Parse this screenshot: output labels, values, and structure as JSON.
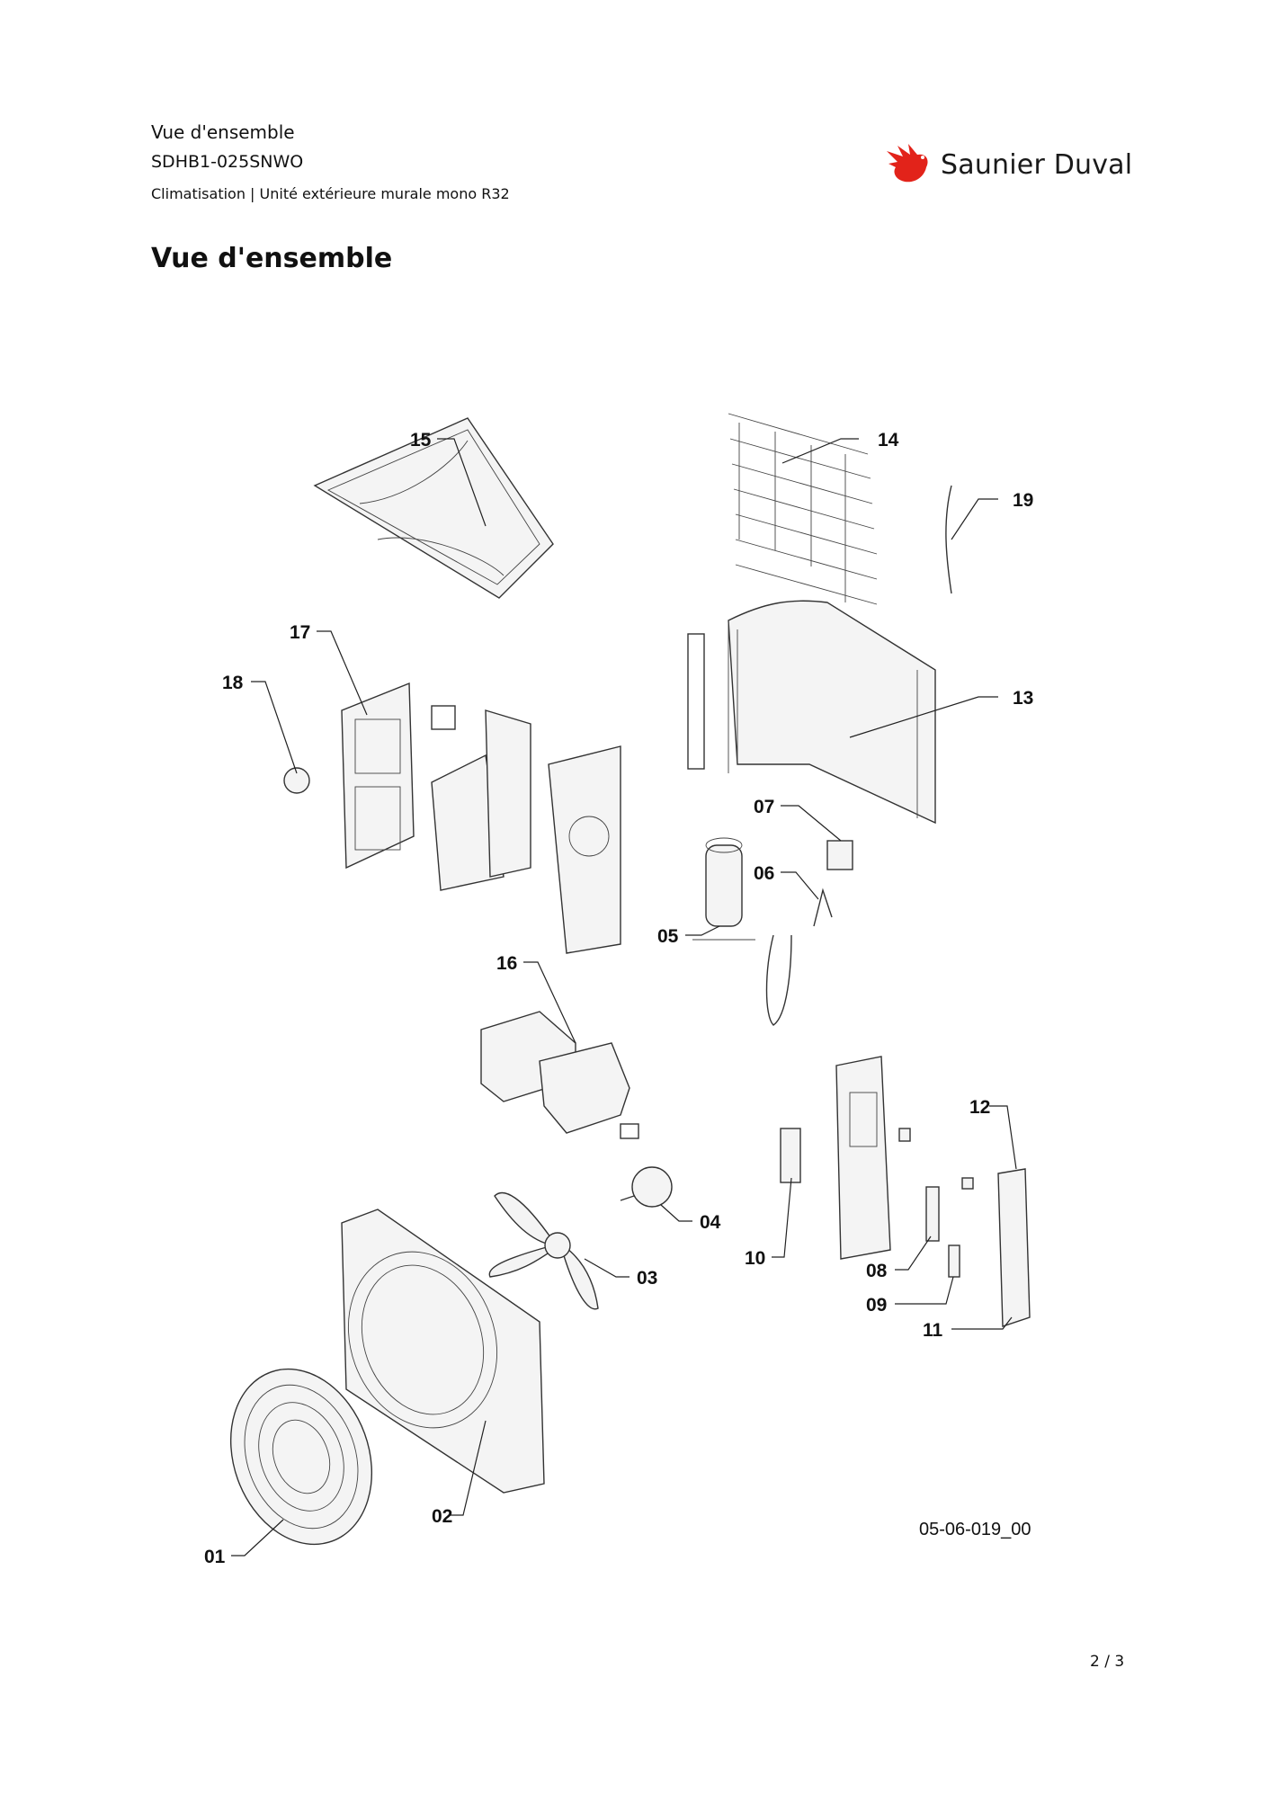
{
  "header": {
    "section": "Vue d'ensemble",
    "model": "SDHB1-025SNWO",
    "product_line": "Climatisation | Unité extérieure murale mono R32"
  },
  "brand": {
    "name": "Saunier Duval",
    "logo_icon": "red-bird-logo-icon",
    "color": "#e2231a"
  },
  "page_title": "Vue d'ensemble",
  "diagram": {
    "reference_code": "05-06-019_00",
    "callouts": [
      "01",
      "02",
      "03",
      "04",
      "05",
      "06",
      "07",
      "08",
      "09",
      "10",
      "11",
      "12",
      "13",
      "14",
      "15",
      "16",
      "17",
      "18",
      "19"
    ]
  },
  "footer": {
    "page": "2 / 3"
  }
}
